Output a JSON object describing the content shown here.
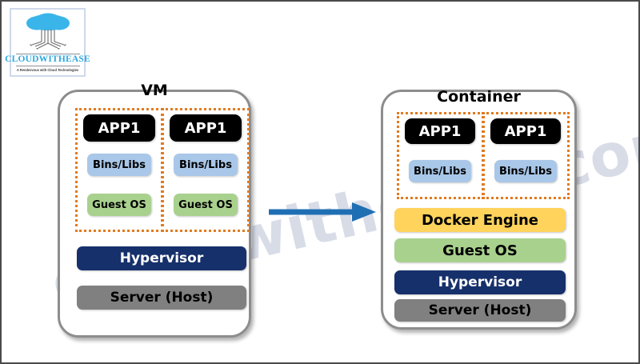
{
  "watermark": {
    "text": "cloudwithease.com"
  },
  "logo": {
    "icon": "cloud-tree-icon",
    "wordmark": "CLOUDWITHEASE",
    "tagline": "A Rendezvous with Cloud Technologies",
    "brand_color": "#2ea8e0"
  },
  "colors": {
    "app": "#000000",
    "bins_libs": "#a9c7e8",
    "guest_os": "#a9d18e",
    "docker_engine": "#ffd35c",
    "hypervisor": "#16306b",
    "server_host": "#808080",
    "group_border": "#e07b20",
    "panel_border": "#8d8d8d",
    "arrow": "#1f6fb4"
  },
  "vm_panel": {
    "title": "VM",
    "groups": [
      {
        "name": "vm-stack-1",
        "blocks": [
          {
            "label": "APP1",
            "kind": "app"
          },
          {
            "label": "Bins/Libs",
            "kind": "bins"
          },
          {
            "label": "Guest OS",
            "kind": "guest"
          }
        ]
      },
      {
        "name": "vm-stack-2",
        "blocks": [
          {
            "label": "APP1",
            "kind": "app"
          },
          {
            "label": "Bins/Libs",
            "kind": "bins"
          },
          {
            "label": "Guest OS",
            "kind": "guest"
          }
        ]
      }
    ],
    "base_layers": [
      {
        "label": "Hypervisor",
        "kind": "hypervisor"
      },
      {
        "label": "Server (Host)",
        "kind": "server"
      }
    ]
  },
  "container_panel": {
    "title": "Container",
    "groups": [
      {
        "name": "container-stack-1",
        "blocks": [
          {
            "label": "APP1",
            "kind": "app"
          },
          {
            "label": "Bins/Libs",
            "kind": "bins"
          }
        ]
      },
      {
        "name": "container-stack-2",
        "blocks": [
          {
            "label": "APP1",
            "kind": "app"
          },
          {
            "label": "Bins/Libs",
            "kind": "bins"
          }
        ]
      }
    ],
    "base_layers": [
      {
        "label": "Docker Engine",
        "kind": "docker"
      },
      {
        "label": "Guest OS",
        "kind": "guest"
      },
      {
        "label": "Hypervisor",
        "kind": "hypervisor"
      },
      {
        "label": "Server (Host)",
        "kind": "server"
      }
    ]
  },
  "arrow": {
    "name": "right-arrow-icon",
    "direction": "right"
  }
}
